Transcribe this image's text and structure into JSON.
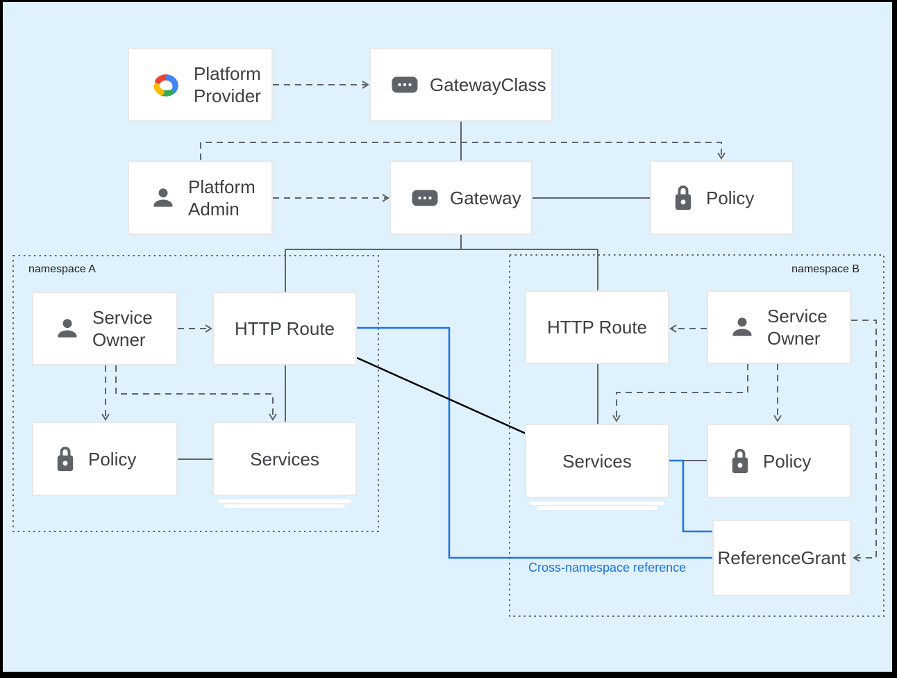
{
  "diagram": {
    "namespaces": {
      "a": {
        "label": "namespace A"
      },
      "b": {
        "label": "namespace B"
      }
    },
    "nodes": {
      "platform_provider": {
        "label": "Platform Provider",
        "icon": "google-cloud-icon"
      },
      "gateway_class": {
        "label": "GatewayClass",
        "icon": "resource-chip-icon"
      },
      "platform_admin": {
        "label": "Platform Admin",
        "icon": "person-icon"
      },
      "gateway": {
        "label": "Gateway",
        "icon": "resource-chip-icon"
      },
      "policy_top": {
        "label": "Policy",
        "icon": "lock-icon"
      },
      "service_owner_a": {
        "label": "Service Owner",
        "icon": "person-icon"
      },
      "http_route_a": {
        "label": "HTTP Route"
      },
      "policy_a": {
        "label": "Policy",
        "icon": "lock-icon"
      },
      "services_a": {
        "label": "Services"
      },
      "http_route_b": {
        "label": "HTTP Route"
      },
      "service_owner_b": {
        "label": "Service Owner",
        "icon": "person-icon"
      },
      "services_b": {
        "label": "Services"
      },
      "policy_b": {
        "label": "Policy",
        "icon": "lock-icon"
      },
      "reference_grant": {
        "label": "ReferenceGrant"
      }
    },
    "annotations": {
      "cross_namespace": {
        "label": "Cross-namespace reference"
      }
    },
    "colors": {
      "background": "#dff1fc",
      "line_gray": "#5f6368",
      "blue": "#1a73e8",
      "black": "#000000",
      "box_fill": "#ffffff",
      "box_border": "#e7e8e9",
      "text": "#3c4043",
      "logo_red": "#EA4335",
      "logo_blue": "#4285F4",
      "logo_green": "#34A853",
      "logo_yellow": "#FBBC05"
    }
  }
}
